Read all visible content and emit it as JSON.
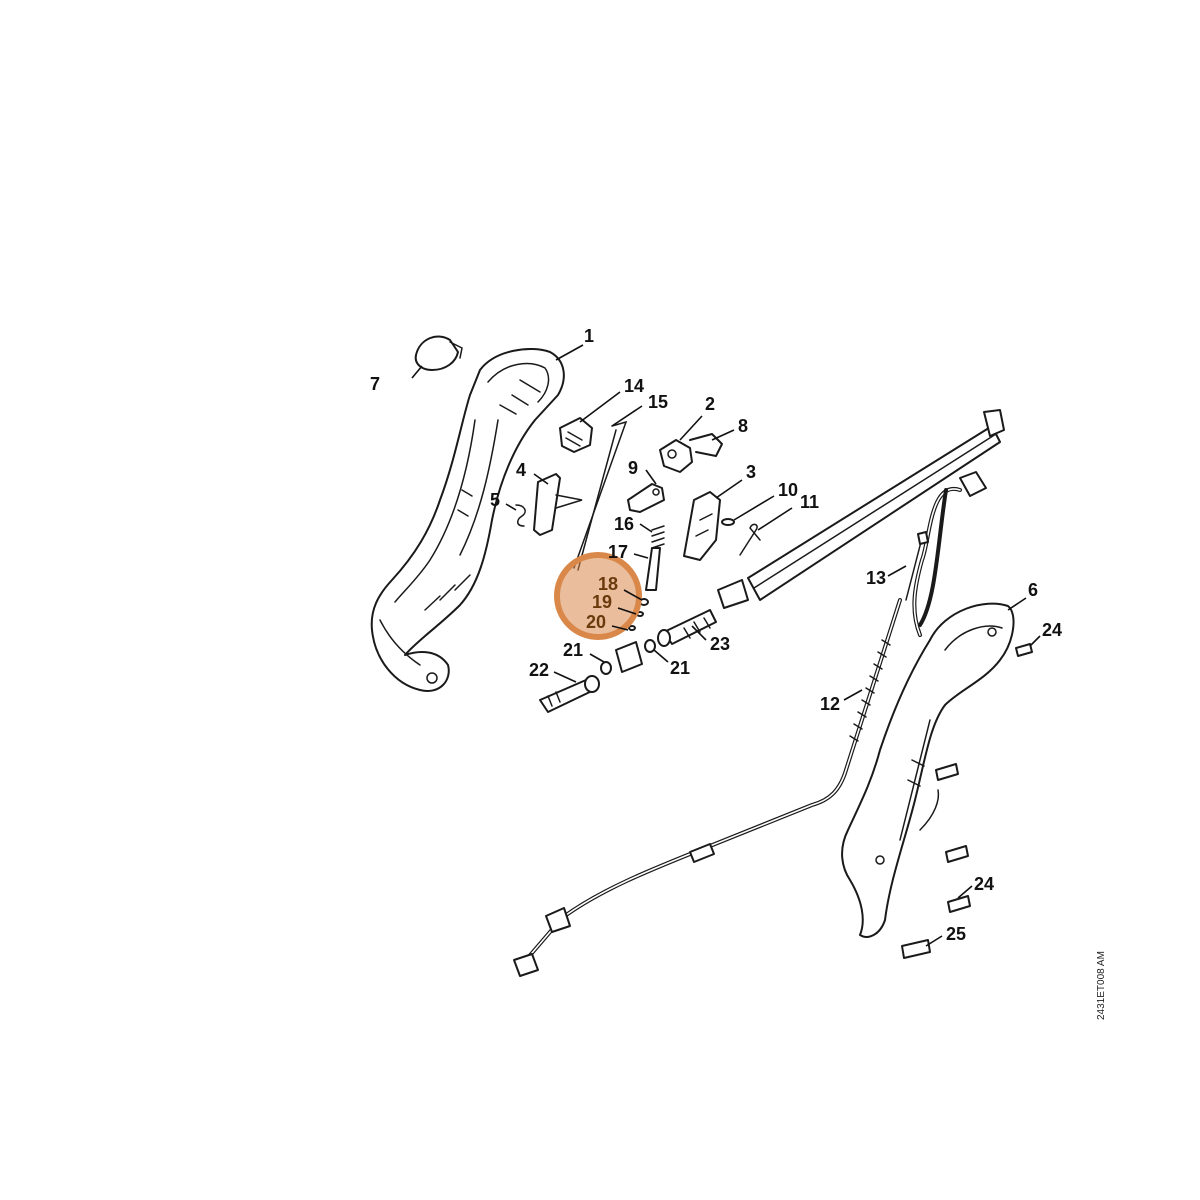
{
  "diagram": {
    "drawing_code": "2431ET008 AM",
    "highlight_color": "#d9884a",
    "labels": {
      "l1": "1",
      "l2": "2",
      "l3": "3",
      "l4": "4",
      "l5": "5",
      "l6": "6",
      "l7": "7",
      "l8": "8",
      "l9": "9",
      "l10": "10",
      "l11": "11",
      "l12": "12",
      "l13": "13",
      "l14": "14",
      "l15": "15",
      "l16": "16",
      "l17": "17",
      "l18": "18",
      "l19": "19",
      "l20": "20",
      "l21a": "21",
      "l21b": "21",
      "l22": "22",
      "l23": "23",
      "l24a": "24",
      "l24b": "24",
      "l25": "25"
    }
  }
}
